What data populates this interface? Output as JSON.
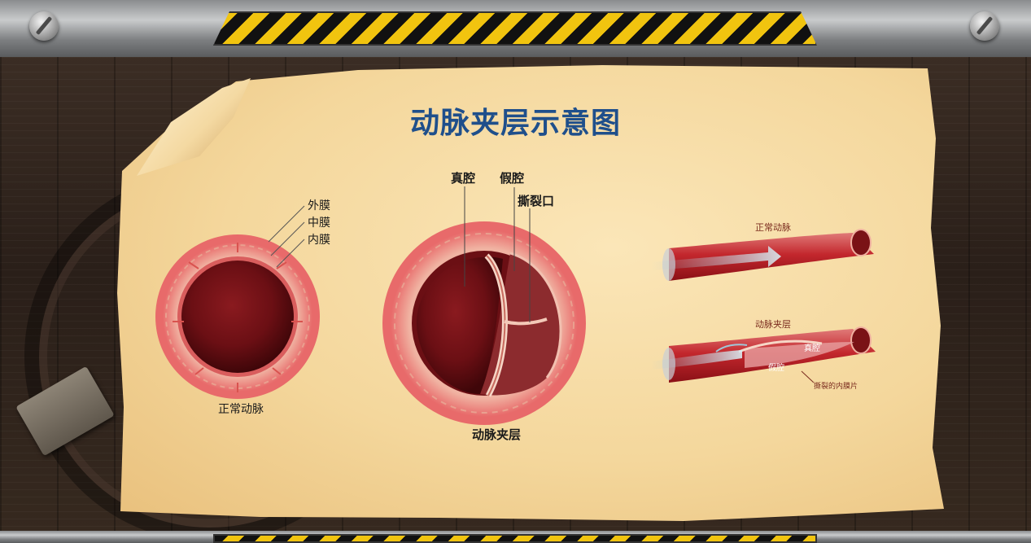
{
  "title": "动脉夹层示意图",
  "normal_cross_section": {
    "caption": "正常动脉",
    "layers": [
      "外膜",
      "中膜",
      "内膜"
    ]
  },
  "dissection_cross_section": {
    "caption": "动脉夹层",
    "labels": [
      "真腔",
      "假腔",
      "撕裂口"
    ]
  },
  "normal_vessel": {
    "label": "正常动脉"
  },
  "dissection_vessel": {
    "label": "动脉夹层",
    "true_lumen": "真腔",
    "false_lumen": "假腔",
    "flap": "撕裂的内膜片"
  },
  "colors": {
    "title": "#1f4f8b",
    "paper": "#f4d79c",
    "vessel_wall": "#e56a6a",
    "lumen": "#7a1216"
  }
}
